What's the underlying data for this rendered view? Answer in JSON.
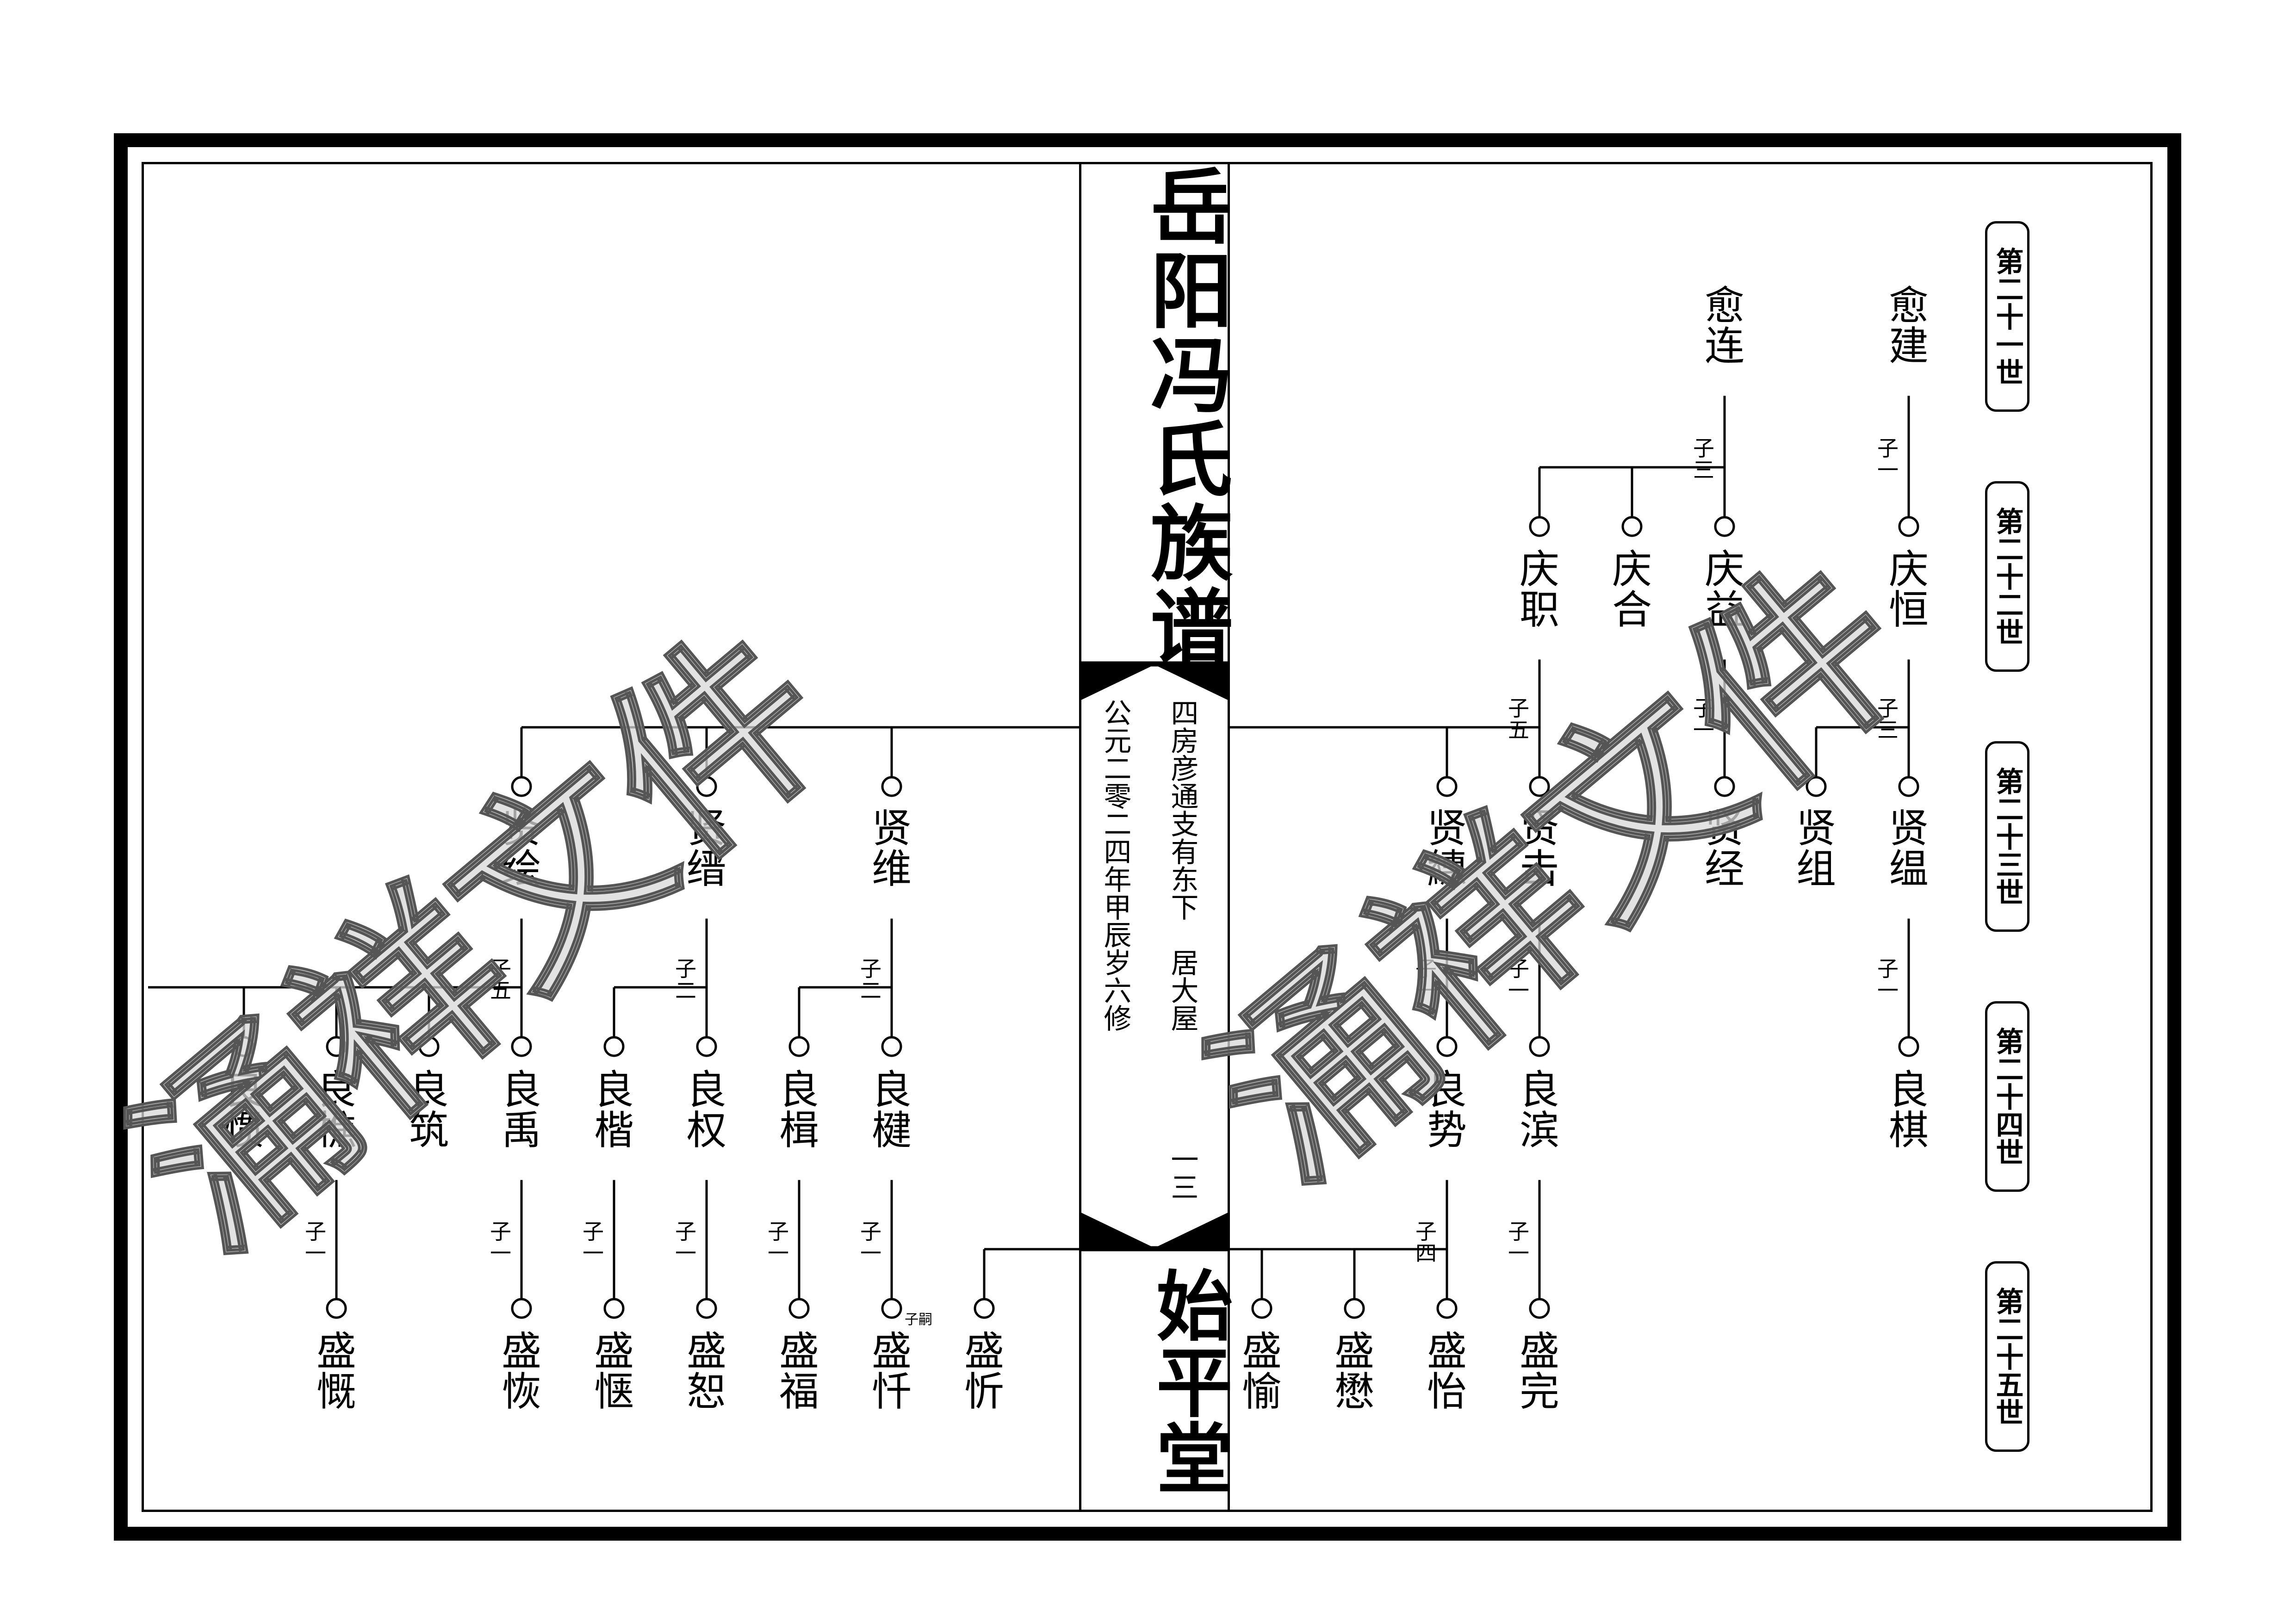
{
  "book_title": "岳阳冯氏族谱",
  "hall_name": "始平堂",
  "branch_line": "四房彦通支有东下　居大屋",
  "revision_line": "公元二零二四年甲辰岁六修",
  "page_number": "一三",
  "watermark_text": "涌祥文件",
  "generations": [
    "第二十一世",
    "第二十二世",
    "第二十三世",
    "第二十四世",
    "第二十五世"
  ],
  "people": {
    "yulian": "愈连",
    "yujian": "愈建",
    "qingzhi": "庆职",
    "qinghe": "庆合",
    "qingyi": "庆益",
    "qingheng": "庆恒",
    "xianhui": "贤绘",
    "xianjin": "贤缙",
    "xianwei": "贤维",
    "xiansui": "贤繐",
    "xianji": "贤击",
    "xianjing": "贤经",
    "xianzu": "贤组",
    "xianyun": "贤缊",
    "liangguan": "良惯",
    "liangqiao": "良樵",
    "liangzhu": "良筑",
    "liangyu": "良禹",
    "liangjie": "良楷",
    "liangquan": "良权",
    "liangji": "良楫",
    "liangjian": "良楗",
    "liangshi": "良势",
    "liangbin": "良滨",
    "liangqi": "良棋",
    "shengkai": "盛慨",
    "shenghui": "盛恢",
    "shengqie": "盛惬",
    "shengshu": "盛恕",
    "shengfu": "盛福",
    "shengqian": "盛忏",
    "shengxin": "盛忻",
    "shengyu": "盛愉",
    "shengmao": "盛懋",
    "shengyi": "盛怡",
    "shengwan": "盛完"
  },
  "child_counts": {
    "yulian": "子三",
    "yujian": "子一",
    "qingzhi": "子五",
    "qingyi": "子一",
    "qingheng": "子三",
    "xianhui": "子五",
    "xianjin": "子二",
    "xianwei": "子二",
    "xiansui": "子一",
    "xianji": "子一",
    "xianyun": "子一",
    "liangqiao": "子一",
    "liangyu": "子一",
    "liangjie": "子一",
    "liangquan": "子一",
    "liangji": "子一",
    "liangjian": "子一",
    "liangshi": "子四",
    "liangbin": "子一"
  },
  "notes": {
    "shengqian_note": "子嗣"
  }
}
